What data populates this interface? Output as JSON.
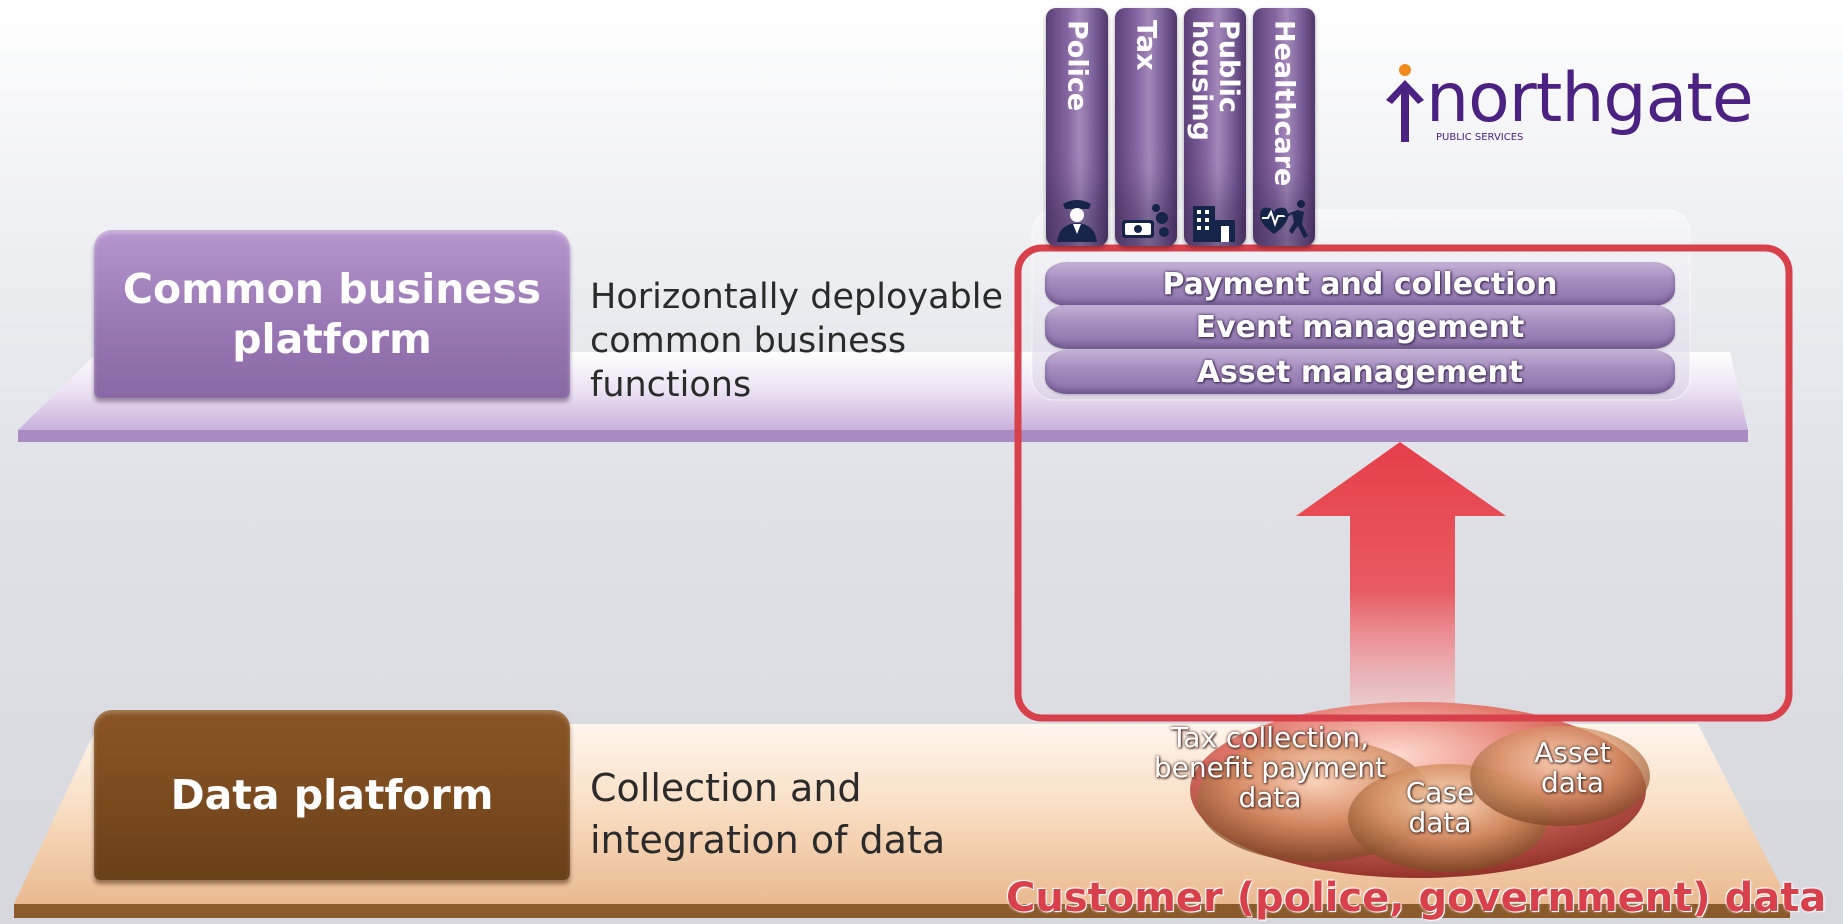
{
  "colors": {
    "purple_box": "#9a78b4",
    "purple_platform": "#c9b3dc",
    "brown_box": "#7a4a1f",
    "peach_platform": "#f2cfae",
    "highlight_red": "#d8404c",
    "arrow_red": "#e44a52",
    "northgate_purple": "#4b2182",
    "northgate_orange": "#f08a1c"
  },
  "logo": {
    "wordmark": "northgate",
    "tagline": "PUBLIC SERVICES"
  },
  "top_layer": {
    "title": "Common business platform",
    "description": "Horizontally deployable common business functions",
    "verticals": [
      {
        "label": "Police",
        "icon": "police-officer-icon"
      },
      {
        "label": "Tax",
        "icon": "money-coins-icon"
      },
      {
        "label": "Public\nhousing",
        "icon": "buildings-icon"
      },
      {
        "label": "Healthcare",
        "icon": "health-runner-icon"
      }
    ],
    "modules": [
      "Payment and collection",
      "Event management",
      "Asset management"
    ]
  },
  "bottom_layer": {
    "title": "Data platform",
    "description": "Collection and integration of data",
    "data_items": [
      {
        "label": "Tax collection, benefit payment data"
      },
      {
        "label": "Case data"
      },
      {
        "label": "Asset data"
      }
    ],
    "customer_label": "Customer (police, government) data"
  }
}
